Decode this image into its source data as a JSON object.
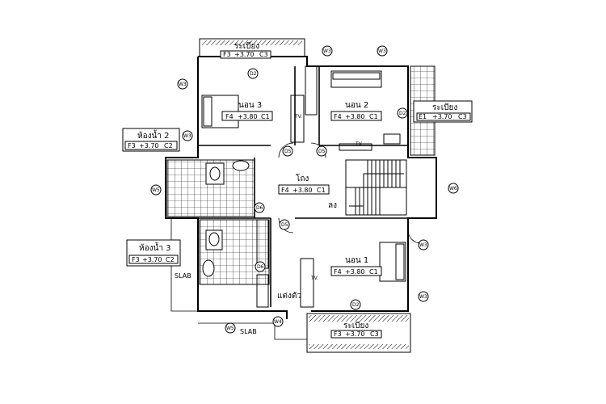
{
  "rooms": {
    "bedroom3": {
      "name": "นอน 3",
      "tag": "F4",
      "level": "+3.80",
      "code": "C1"
    },
    "bedroom2": {
      "name": "นอน 2",
      "tag": "F4",
      "level": "+3.80",
      "code": "C1"
    },
    "bedroom1": {
      "name": "นอน 1",
      "tag": "F4",
      "level": "+3.80",
      "code": "C1"
    },
    "hall": {
      "name": "โถง",
      "tag": "F4",
      "level": "+3.80",
      "code": "C1"
    },
    "bath2": {
      "name": "ห้องน้ำ 2",
      "tag": "F3",
      "level": "+3.70",
      "code": "C2"
    },
    "bath3": {
      "name": "ห้องน้ำ 3",
      "tag": "F3",
      "level": "+3.70",
      "code": "C2"
    },
    "balcony_right": {
      "name": "ระเบียง",
      "tag": "E1",
      "level": "+3.70",
      "code": "C3"
    },
    "balcony_top": {
      "name": "ระเบียง",
      "tag": "F3",
      "level": "+3.70",
      "code": "C3"
    },
    "balcony_bottom": {
      "name": "ระเบียง",
      "tag": "F3",
      "level": "+3.70",
      "code": "C3"
    },
    "dressing": {
      "name": "แต่งตัว"
    }
  },
  "labels": {
    "slab_left": "SLAB",
    "slab_bottom": "SLAB",
    "stair_down": "ลง",
    "tv": "TV."
  },
  "doors": {
    "d2": "D2",
    "d5": "D5",
    "d6": "D6"
  },
  "windows": {
    "w3": "W3",
    "w4": "W4",
    "w5": "W5",
    "w6": "W6"
  }
}
